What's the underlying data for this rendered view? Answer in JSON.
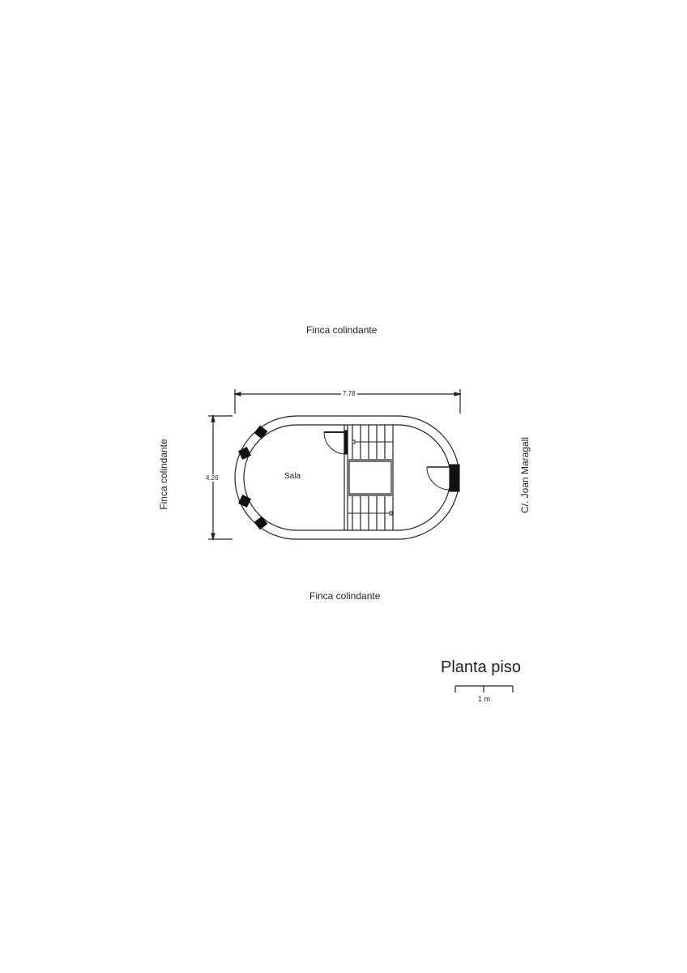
{
  "labels": {
    "top_neighbor": "Finca colindante",
    "bottom_neighbor": "Finca colindante",
    "left_neighbor": "Finca colindante",
    "street": "C/. Joan Maragall",
    "room": "Sala"
  },
  "dimensions": {
    "width": "7.78",
    "height": "4.26"
  },
  "title": "Planta piso",
  "scale": {
    "label": "1 m"
  }
}
